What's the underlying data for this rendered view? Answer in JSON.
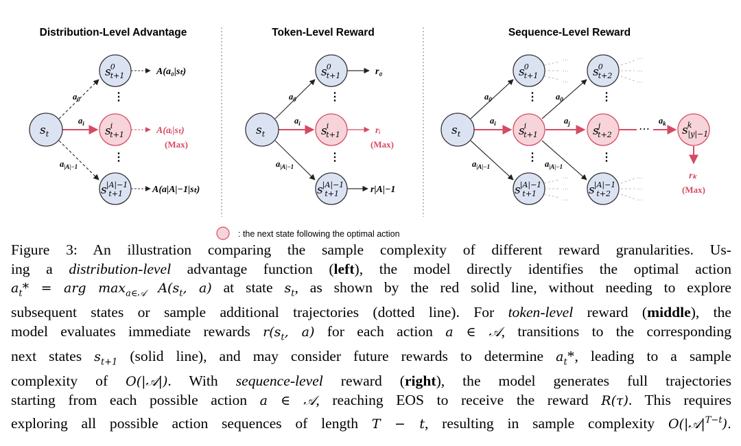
{
  "panels": {
    "left_title": "Distribution-Level Advantage",
    "middle_title": "Token-Level Reward",
    "right_title": "Sequence-Level Reward"
  },
  "nodes": {
    "root": "s",
    "root_sub": "t",
    "next": "s",
    "next_sub": "t+1",
    "next2_sub": "t+2",
    "sup_0": "0",
    "sup_i": "i",
    "sup_j": "j",
    "sup_last": "|A|−1",
    "sup_k": "k",
    "final_sub": "|y|−1"
  },
  "edges": {
    "a0": "a",
    "a0_sub": "0",
    "ai_sub": "i",
    "aj_sub": "j",
    "ak_sub": "k",
    "alast_sub": "|A|−1",
    "vdots": "⋮",
    "hdots": "⋯",
    "tiny_dots": "···"
  },
  "outputs": {
    "adv_0": "A(a₀|sₜ)",
    "adv_i": "A(aᵢ|sₜ)",
    "adv_last": "A(a|A|−1|sₜ)",
    "r0": "r₀",
    "ri": "rᵢ",
    "rlast": "r|A|−1",
    "rk": "rₖ",
    "max": "(Max)"
  },
  "legend": {
    "text": ": the next state following the optimal action"
  },
  "colors": {
    "blue_fill": "#dbe3f3",
    "red_fill": "#f6d4d9",
    "red": "#d64a63",
    "stroke": "#333333"
  },
  "caption": {
    "l1a": "Figure 3:  An illustration comparing the sample complexity of different reward granularities.  Us-",
    "l2a": "ing a ",
    "l2b": "distribution-level",
    "l2c": " advantage function (",
    "l2d": "left",
    "l2e": "), the model directly identifies the optimal action",
    "l3a": "a",
    "l3b": "t",
    "l3c": "* = arg max",
    "l3d": "a∈𝒜",
    "l3e": " A(s",
    "l3f": "t",
    "l3g": ", a)",
    "l3h": " at state ",
    "l3i": "s",
    "l3j": "t",
    "l3k": ", as shown by the red solid line, without needing to explore",
    "l4": "subsequent states or sample additional trajectories (dotted line). For ",
    "l4b": "token-level",
    "l4c": " reward (",
    "l4d": "middle",
    "l4e": "), the",
    "l5a": "model evaluates immediate rewards ",
    "l5b": "r(s",
    "l5c": "t",
    "l5d": ", a)",
    "l5e": " for each action ",
    "l5f": "a ∈ 𝒜",
    "l5g": ", transitions to the corresponding",
    "l6a": "next states ",
    "l6b": "s",
    "l6c": "t+1",
    "l6d": " (solid line), and may consider future rewards to determine ",
    "l6e": "a",
    "l6f": "t",
    "l6g": "*, leading to a sample",
    "l7a": "complexity of ",
    "l7b": "O(|𝒜|)",
    "l7c": ".  With ",
    "l7d": "sequence-level",
    "l7e": " reward (",
    "l7f": "right",
    "l7g": "), the model generates full trajectories",
    "l8a": "starting from each possible action ",
    "l8b": "a ∈ 𝒜",
    "l8c": ", reaching EOS to receive the reward ",
    "l8d": "R(τ)",
    "l8e": ".  This requires",
    "l9a": "exploring all possible action sequences of length ",
    "l9b": "T − t",
    "l9c": ", resulting in sample complexity ",
    "l9d": "O(|𝒜|",
    "l9e": "T−t",
    "l9f": ")."
  }
}
